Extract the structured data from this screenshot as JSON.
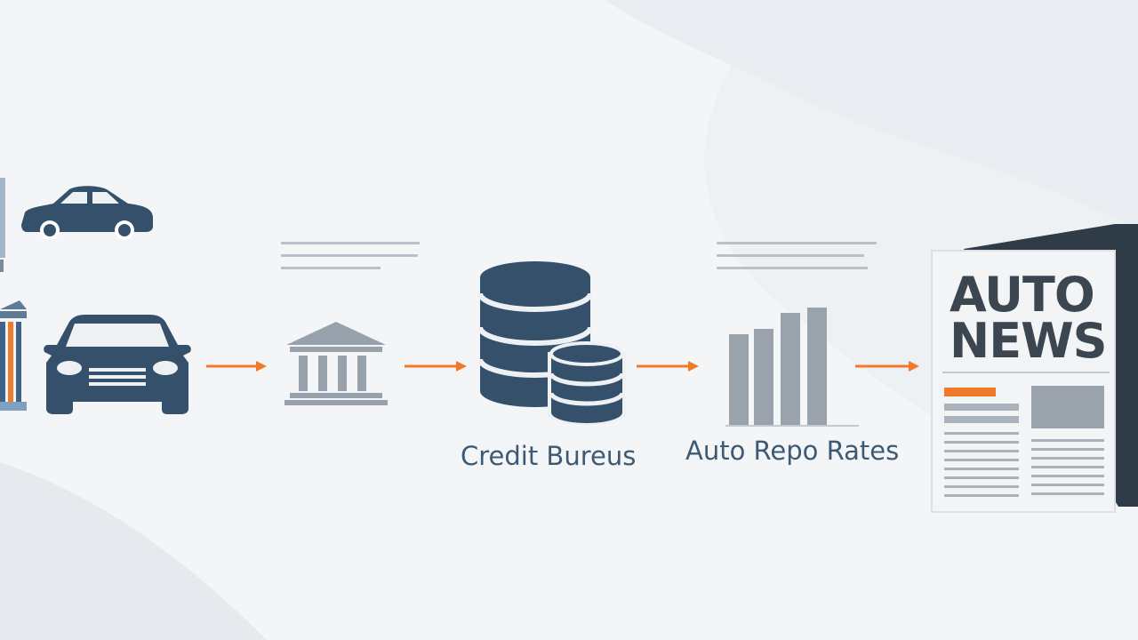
{
  "labels": {
    "credit": "Credit Bureus",
    "repo": "Auto Repo Rates"
  },
  "newspaper": {
    "line1": "AUTO",
    "line2": "NEWS"
  },
  "icons": [
    "car-icon",
    "bank-icon",
    "database-icon",
    "bar-chart-icon",
    "newspaper-icon"
  ],
  "colors": {
    "navy": "#34506a",
    "accent": "#f07a2a",
    "gray": "#9aa2ab",
    "text": "#3d5a74"
  }
}
